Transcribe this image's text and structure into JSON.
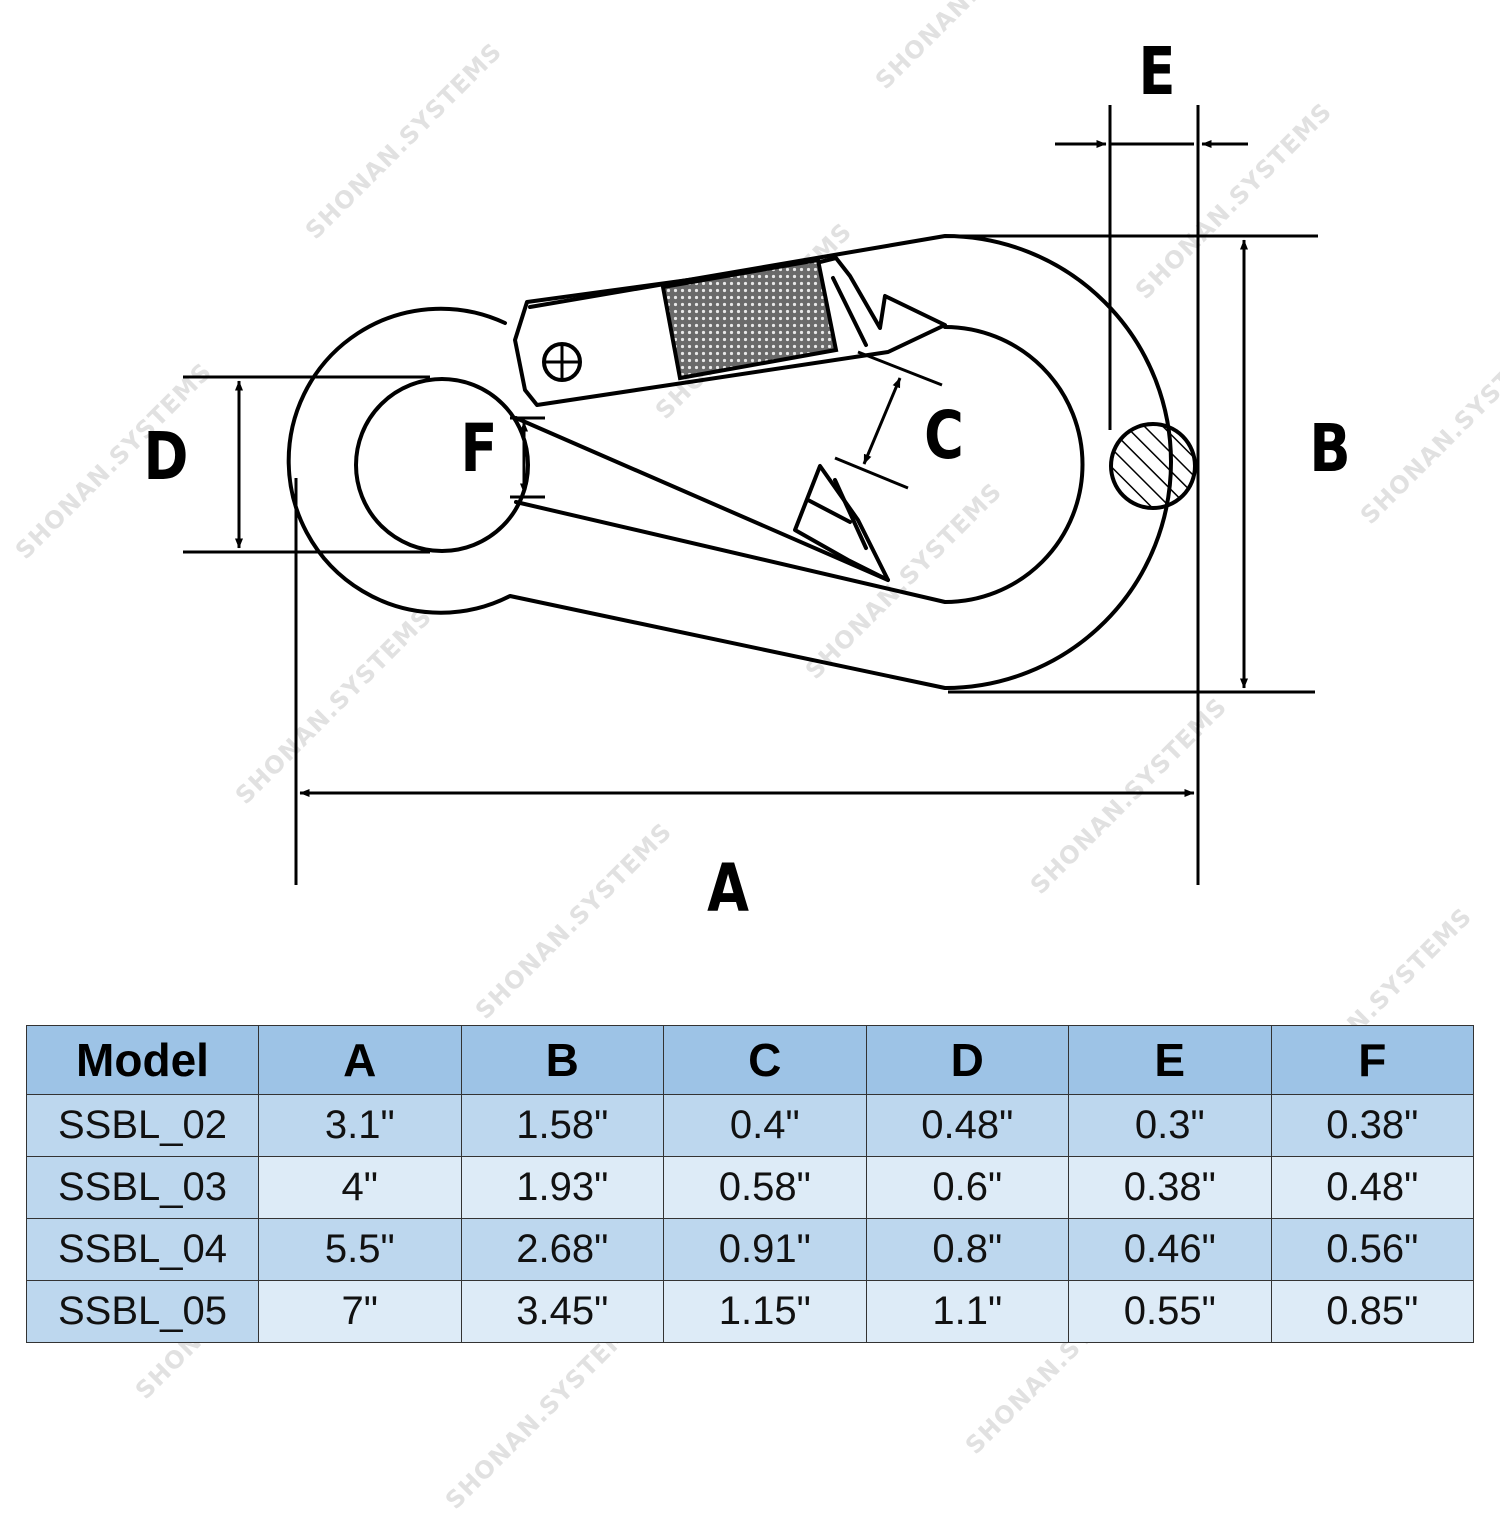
{
  "diagram": {
    "labels": {
      "A": "A",
      "B": "B",
      "C": "C",
      "D": "D",
      "E": "E",
      "F": "F"
    }
  },
  "watermark": {
    "text": "SHONAN.SYSTEMS",
    "color": "#c9c9c9"
  },
  "table": {
    "headers": [
      "Model",
      "A",
      "B",
      "C",
      "D",
      "E",
      "F"
    ],
    "rows": [
      [
        "SSBL_02",
        "3.1\"",
        "1.58\"",
        "0.4\"",
        "0.48\"",
        "0.3\"",
        "0.38\""
      ],
      [
        "SSBL_03",
        "4\"",
        "1.93\"",
        "0.58\"",
        "0.6\"",
        "0.38\"",
        "0.48\""
      ],
      [
        "SSBL_04",
        "5.5\"",
        "2.68\"",
        "0.91\"",
        "0.8\"",
        "0.46\"",
        "0.56\""
      ],
      [
        "SSBL_05",
        "7\"",
        "3.45\"",
        "1.15\"",
        "1.1\"",
        "0.55\"",
        "0.85\""
      ]
    ],
    "colors": {
      "header": "#9dc3e6",
      "band_dark": "#bdd7ee",
      "band_light": "#ddebf7",
      "border": "#333333"
    }
  }
}
